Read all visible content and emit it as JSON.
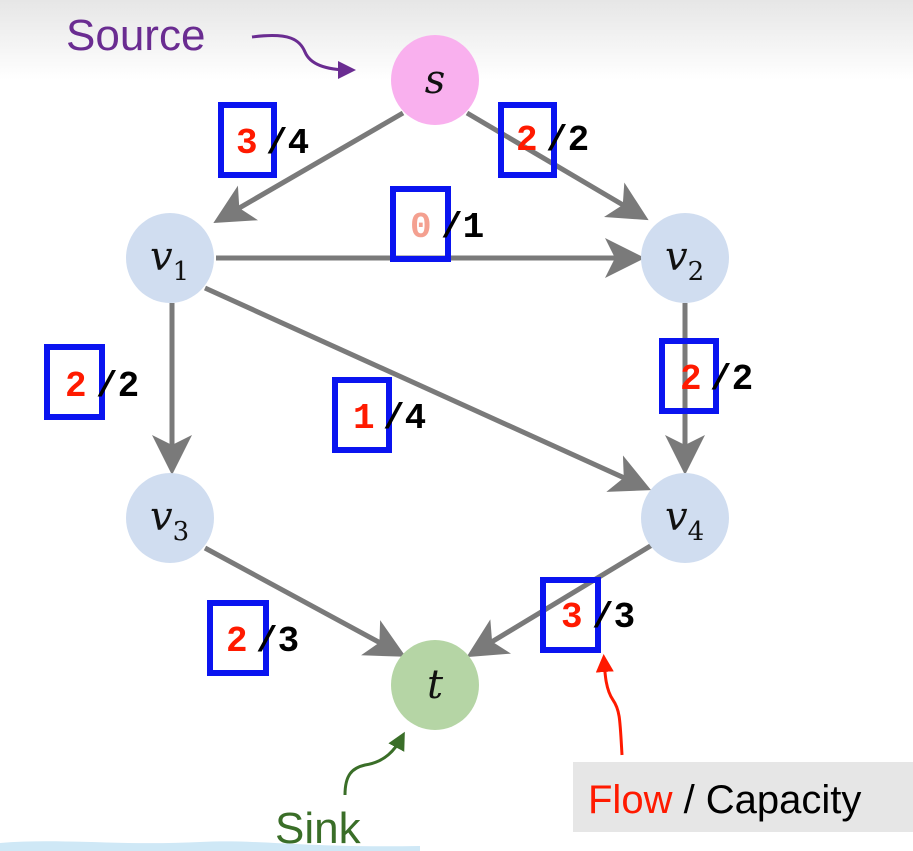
{
  "annotations": {
    "source": "Source",
    "sink": "Sink",
    "legend_flow": "Flow",
    "legend_sep": " / ",
    "legend_capacity": "Capacity"
  },
  "nodes": {
    "s": {
      "name": "s",
      "sub": ""
    },
    "v1": {
      "name": "v",
      "sub": "1"
    },
    "v2": {
      "name": "v",
      "sub": "2"
    },
    "v3": {
      "name": "v",
      "sub": "3"
    },
    "v4": {
      "name": "v",
      "sub": "4"
    },
    "t": {
      "name": "t",
      "sub": ""
    }
  },
  "edges": {
    "s_v1": {
      "flow": "3",
      "capacity": "/4"
    },
    "s_v2": {
      "flow": "2",
      "capacity": "/2"
    },
    "v1_v2": {
      "flow": "0",
      "capacity": "/1"
    },
    "v1_v3": {
      "flow": "2",
      "capacity": "/2"
    },
    "v1_v4": {
      "flow": "1",
      "capacity": "/4"
    },
    "v2_v4": {
      "flow": "2",
      "capacity": "/2"
    },
    "v3_t": {
      "flow": "2",
      "capacity": "/3"
    },
    "v4_t": {
      "flow": "3",
      "capacity": "/3"
    }
  },
  "colors": {
    "source_node": "#f9b0ee",
    "inner_node": "#d0ddf0",
    "sink_node": "#b5d5a5",
    "flow": "#ff1a00",
    "zero_flow": "#f4a090",
    "box": "#0a14f0",
    "source_label": "#6a2c91",
    "sink_label": "#3a6e28"
  }
}
